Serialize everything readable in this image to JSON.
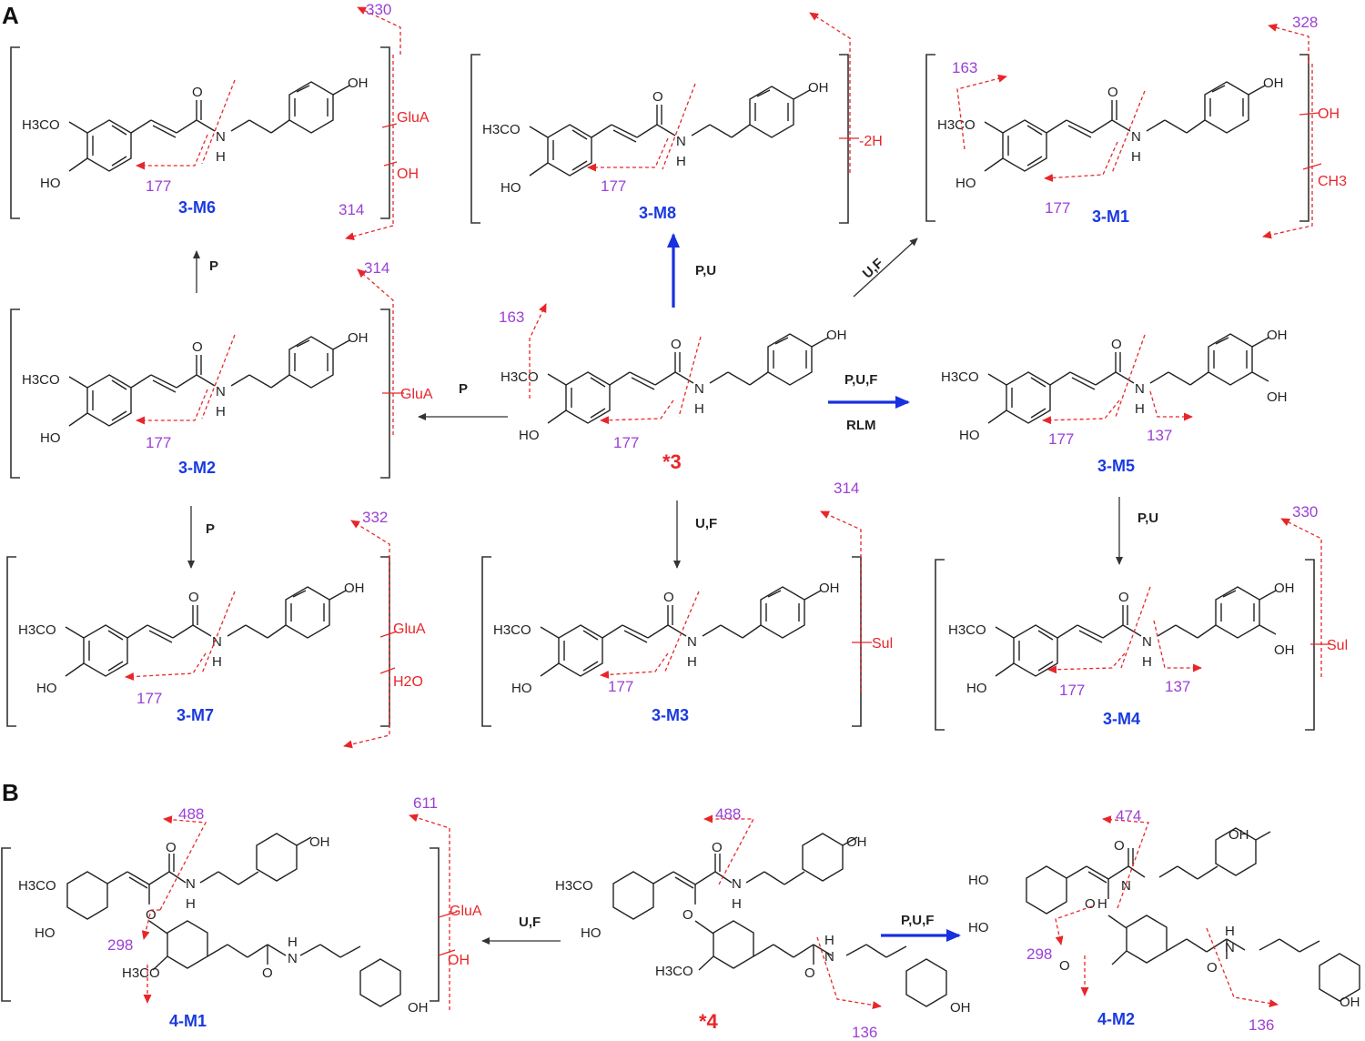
{
  "panels": {
    "a": "A",
    "b": "B"
  },
  "atoms": {
    "h3co": "H3CO",
    "oh": "OH",
    "ho": "HO",
    "o": "O",
    "n": "N",
    "h": "H"
  },
  "compounds": {
    "parent3": "*3",
    "parent4": "*4"
  },
  "metabolites": {
    "m6": "3-M6",
    "m8": "3-M8",
    "m1": "3-M1",
    "m2": "3-M2",
    "m5": "3-M5",
    "m7": "3-M7",
    "m3": "3-M3",
    "m4": "3-M4",
    "m41": "4-M1",
    "m42": "4-M2"
  },
  "conditions": {
    "p": "P",
    "pu": "P,U",
    "uf": "U,F",
    "puf": "P,U,F",
    "rlm": "RLM"
  },
  "modifications": {
    "glua": "GluA",
    "oh": "OH",
    "minus2h": "-2H",
    "ch3": "CH3",
    "sul": "Sul",
    "h2o": "H2O"
  },
  "fragments": {
    "f177": "177",
    "f163": "163",
    "f330": "330",
    "f314": "314",
    "f328": "328",
    "f137": "137",
    "f332": "332",
    "f488": "488",
    "f298": "298",
    "f611": "611",
    "f474": "474",
    "f136": "136"
  },
  "colors": {
    "mz": "#9b3fd6",
    "label": "#1a3ae0",
    "fragment": "#e8262a",
    "strongArrow": "#1730e0"
  }
}
